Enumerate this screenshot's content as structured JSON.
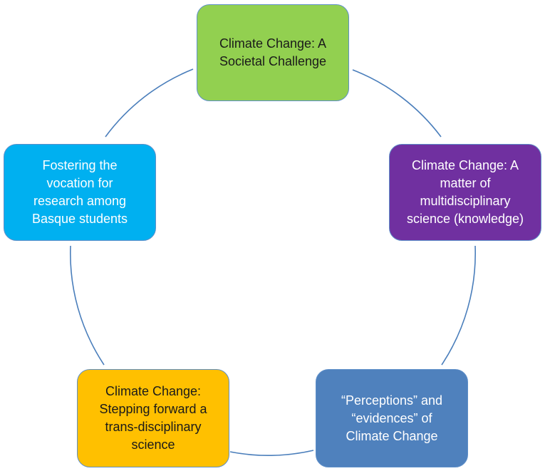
{
  "colors": {
    "ring": "#4A7EBB",
    "border": "#5E8FC9"
  },
  "nodes": [
    {
      "id": "n1",
      "text": "Climate Change: A\nSocietal Challenge",
      "fill": "#92D050",
      "text_color": "#1a1a1a"
    },
    {
      "id": "n2",
      "text": "Climate Change: A\nmatter of\nmultidisciplinary\nscience (knowledge)",
      "fill": "#7030A0",
      "text_color": "#ffffff"
    },
    {
      "id": "n3",
      "text": "“Perceptions” and\n“evidences” of\nClimate Change",
      "fill": "#4F81BD",
      "text_color": "#ffffff"
    },
    {
      "id": "n4",
      "text": "Climate Change:\nStepping forward a\ntrans-disciplinary\nscience",
      "fill": "#FFC000",
      "text_color": "#1a1a1a"
    },
    {
      "id": "n5",
      "text": "Fostering the\nvocation for\nresearch among\nBasque students",
      "fill": "#00B0F0",
      "text_color": "#ffffff"
    }
  ]
}
